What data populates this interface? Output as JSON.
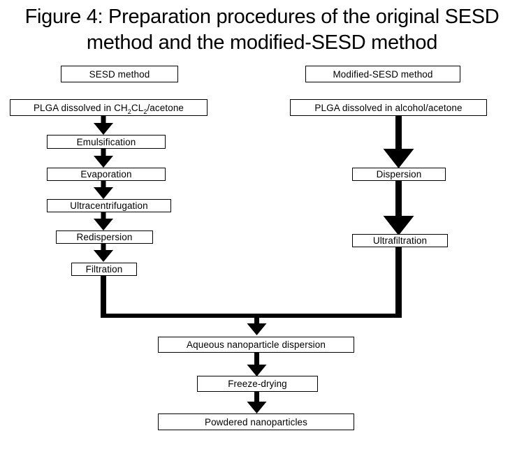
{
  "title": {
    "line1": "Figure 4: Preparation procedures of the original SESD",
    "line2": "method and the modified-SESD method"
  },
  "left": {
    "header": "SESD method",
    "start": {
      "prefix": "PLGA dissolved in CH",
      "sub1": "2",
      "mid": "CL",
      "sub2": "2",
      "suffix": "/acetone"
    },
    "steps": [
      "Emulsification",
      "Evaporation",
      "Ultracentrifugation",
      "Redispersion",
      "Filtration"
    ]
  },
  "right": {
    "header": "Modified-SESD method",
    "start": "PLGA dissolved in alcohol/acetone",
    "steps": [
      "Dispersion",
      "Ultrafiltration"
    ]
  },
  "bottom": {
    "steps": [
      "Aqueous nanoparticle dispersion",
      "Freeze-drying",
      "Powdered nanoparticles"
    ]
  }
}
